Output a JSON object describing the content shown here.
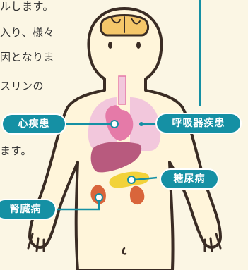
{
  "text_lines": [
    "ルします。",
    "入り、様々",
    "因となりま",
    "スリンの",
    "ます。"
  ],
  "labels": {
    "heart": "心疾患",
    "respiratory": "呼吸器疾患",
    "diabetes": "糖尿病",
    "kidney": "腎臓病"
  },
  "colors": {
    "accent": "#1590a4",
    "background": "#fbf6e4",
    "body_outline": "#3a2c24",
    "skin": "#fff5da",
    "brain": "#f5c76a",
    "lungs": "#f2c7dc",
    "heart": "#e57aa8",
    "liver": "#b85a7e",
    "pancreas": "#f2d23a",
    "kidney": "#d9653b"
  }
}
